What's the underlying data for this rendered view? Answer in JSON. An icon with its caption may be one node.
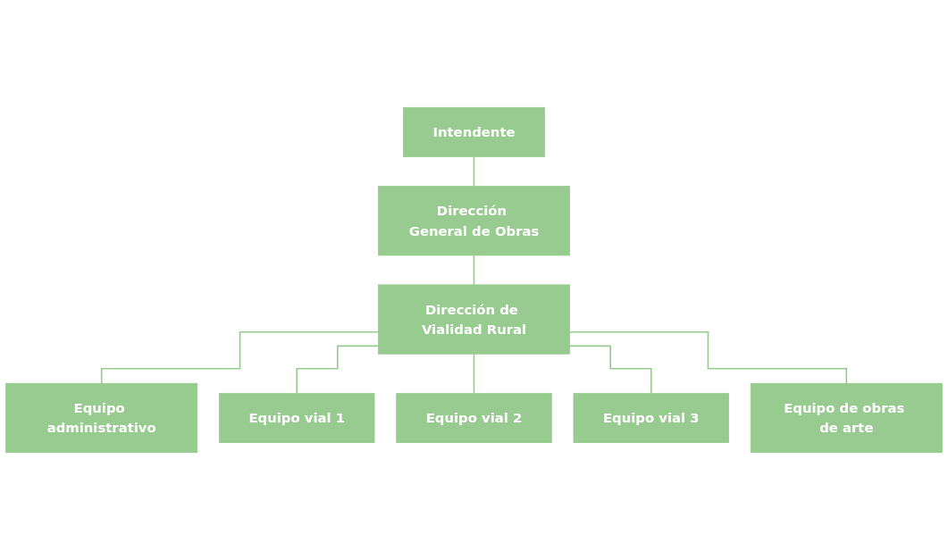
{
  "diagram": {
    "nodes": [
      {
        "text": [
          "Intendente"
        ]
      },
      {
        "text": [
          "Dirección General de Obras"
        ]
      },
      {
        "text": [
          "Dirección de Vialidad Rural"
        ]
      },
      {
        "text": [
          "Equipo administrativo"
        ]
      },
      {
        "text": [
          "Equipo vial 1"
        ]
      },
      {
        "text": [
          "Equipo vial 2"
        ]
      },
      {
        "text": [
          "Equipo vial 3"
        ]
      },
      {
        "text": [
          "Equipo de obras de arte"
        ]
      }
    ],
    "edges": [
      {
        "from": 0,
        "to": 1,
        "arrow": "none"
      },
      {
        "from": 1,
        "to": 2,
        "arrow": "none"
      },
      {
        "from": 2,
        "to": 3,
        "arrow": "none"
      },
      {
        "from": 2,
        "to": 4,
        "arrow": "none"
      },
      {
        "from": 2,
        "to": 5,
        "arrow": "none"
      },
      {
        "from": 2,
        "to": 6,
        "arrow": "none"
      },
      {
        "from": 2,
        "to": 7,
        "arrow": "none"
      }
    ]
  }
}
